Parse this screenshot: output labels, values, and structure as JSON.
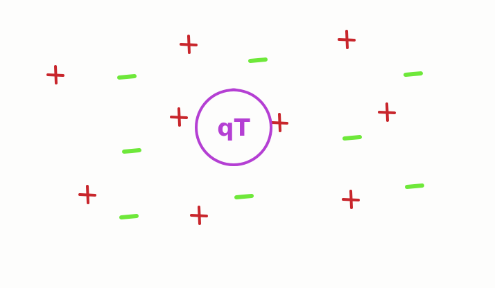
{
  "scene": {
    "background": "#fdfdfc",
    "colors": {
      "positive": "#c8262c",
      "negative": "#6ee83a",
      "test_charge": "#b43fd3"
    }
  },
  "test_charge": {
    "label": "qT",
    "color": "#b43fd3"
  },
  "charges": [
    {
      "sign": "positive"
    },
    {
      "sign": "positive"
    },
    {
      "sign": "positive"
    },
    {
      "sign": "positive"
    },
    {
      "sign": "positive"
    },
    {
      "sign": "positive"
    },
    {
      "sign": "positive"
    },
    {
      "sign": "positive"
    },
    {
      "sign": "positive"
    },
    {
      "sign": "negative"
    },
    {
      "sign": "negative"
    },
    {
      "sign": "negative"
    },
    {
      "sign": "negative"
    },
    {
      "sign": "negative"
    },
    {
      "sign": "negative"
    },
    {
      "sign": "negative"
    },
    {
      "sign": "negative"
    }
  ]
}
